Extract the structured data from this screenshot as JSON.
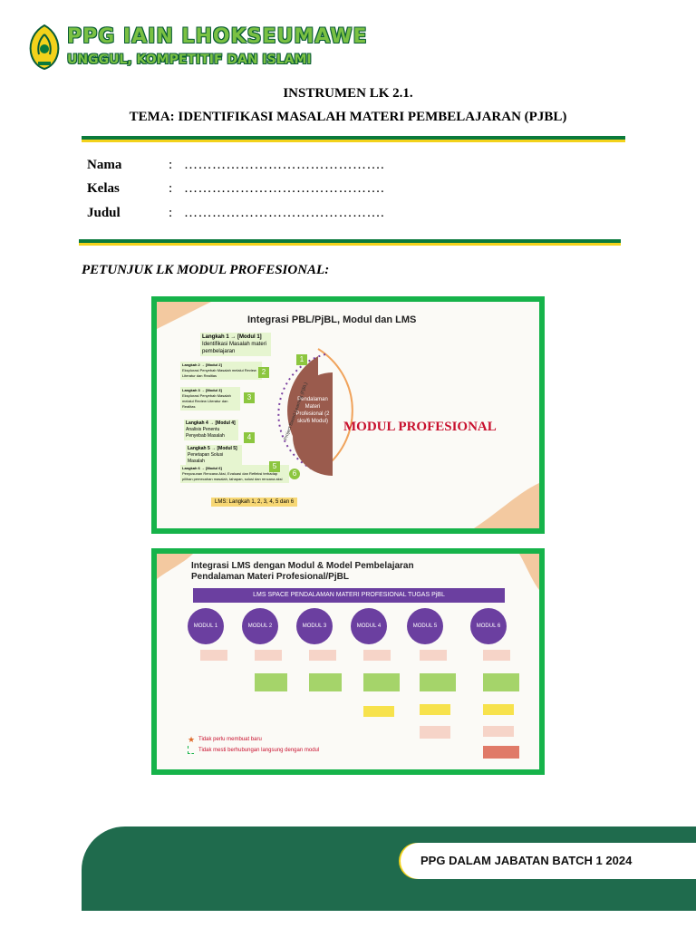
{
  "header": {
    "title": "PPG IAIN LHOKSEUMAWE",
    "subtitle": "UNGGUL, KOMPETITIF DAN ISLAMI"
  },
  "document": {
    "title_line1": "INSTRUMEN LK 2.1.",
    "title_line2": "TEMA: IDENTIFIKASI MASALAH MATERI PEMBELAJARAN (PJBL)"
  },
  "form": {
    "fields": [
      {
        "label": "Nama",
        "colon": ":",
        "value": "……………………………………."
      },
      {
        "label": "Kelas",
        "colon": ":",
        "value": "……………………………………."
      },
      {
        "label": "Judul",
        "colon": ":",
        "value": "……………………………………."
      }
    ]
  },
  "petunjuk": "PETUNJUK LK MODUL PROFESIONAL:",
  "image1": {
    "title": "Integrasi PBL/PjBL, Modul dan LMS",
    "big_label": "MODUL PROFESIONAL",
    "center_label": "Pendalaman Materi Profesional (2 sks/6 Modul)",
    "arc_label": "Project Based Learning (PjBL)",
    "steps": [
      {
        "head": "Langkah 1 → [Modul 1]",
        "text": "Identifikasi Masalah materi pembelajaran",
        "num": "1"
      },
      {
        "head": "Langkah 2 → [Modul 2]",
        "text": "Eksplorasi Penyebab Masalah melalui Review Literatur dan Realitas",
        "num": "2"
      },
      {
        "head": "Langkah 3 → [Modul 3]",
        "text": "Eksplorasi Penyebab Masalah melalui Review Literatur dan Realitas",
        "num": "3"
      },
      {
        "head": "Langkah 4 → [Modul 4]",
        "text": "Analisis Penentu Penyebab Masalah",
        "num": "4"
      },
      {
        "head": "Langkah 5 → [Modul 5]",
        "text": "Penetapan Solusi Masalah",
        "num": "5"
      },
      {
        "head": "Langkah 6 → [Modul 6]",
        "text": "Penyusunan Rencana Aksi, Evaluasi dan Refleksi terhadap pilihan pemecahan masalah, tahapan, solusi dan rencana aksi",
        "num": "6"
      }
    ],
    "lms": "LMS: Langkah 1, 2, 3, 4, 5 dan 6"
  },
  "image2": {
    "title_line1": "Integrasi LMS dengan Modul & Model Pembelajaran",
    "title_line2": "Pendalaman Materi Profesional/PjBL",
    "banner": "LMS SPACE PENDALAMAN MATERI PROFESIONAL TUGAS PjBL",
    "modules": [
      "MODUL 1",
      "MODUL 2",
      "MODUL 3",
      "MODUL 4",
      "MODUL 5",
      "MODUL 6"
    ],
    "legend1": "Tidak perlu membuat baru",
    "legend2": "Tidak mesti berhubungan langsung dengan modul"
  },
  "footer": {
    "text": "PPG DALAM JABATAN BATCH 1 2024"
  },
  "colors": {
    "brand_green": "#0a7a3c",
    "brand_yellow": "#f3d21b",
    "frame_green": "#16b34a",
    "footer_green": "#1f6b4d",
    "module_purple": "#6b3fa0",
    "title_red": "#c8102e"
  }
}
